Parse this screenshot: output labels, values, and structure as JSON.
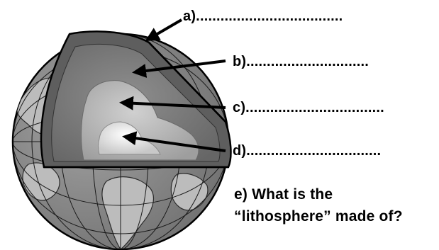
{
  "labels": {
    "a": "a)....................................",
    "b": "b)..............................",
    "c": "c)..................................",
    "d": "d)................................."
  },
  "question": {
    "line1": "e) What is the",
    "line2": "“lithosphere” made of?"
  },
  "colors": {
    "outline": "#000000",
    "ocean": "#8c8c8c",
    "land": "#b9b9b9",
    "crust": "#5e5e5e",
    "mantle": "#7d7d7d",
    "outer_core": "#b4b4b4",
    "inner_core": "#e4e4e4"
  }
}
